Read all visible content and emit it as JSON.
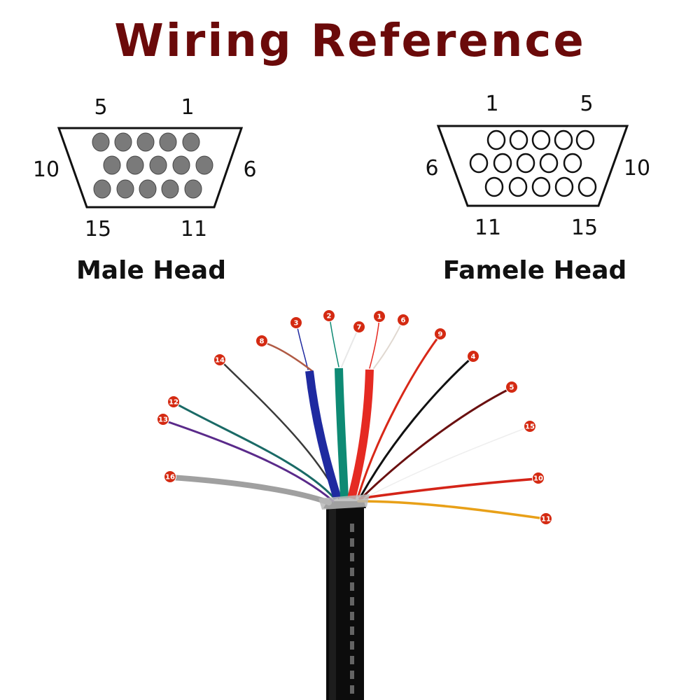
{
  "title": "Wiring Reference",
  "colors": {
    "title": "#6b0a0a",
    "badge": "#d42a12",
    "cable_jacket": "#0c0c0c",
    "male_pin_fill": "#7a7a7a"
  },
  "male": {
    "label": "Male Head",
    "pin_labels": {
      "top_left": "5",
      "top_right": "1",
      "mid_left": "10",
      "mid_right": "6",
      "bottom_left": "15",
      "bottom_right": "11"
    }
  },
  "female": {
    "label": "Famele Head",
    "pin_labels": {
      "top_left": "1",
      "top_right": "5",
      "mid_left": "6",
      "mid_right": "10",
      "bottom_left": "11",
      "bottom_right": "15"
    }
  },
  "wires": [
    {
      "number": "1",
      "color": "#e52a22"
    },
    {
      "number": "2",
      "color": "#0e8a74"
    },
    {
      "number": "3",
      "color": "#1f2aa0"
    },
    {
      "number": "4",
      "color": "#111111"
    },
    {
      "number": "5",
      "color": "#6a1010"
    },
    {
      "number": "6",
      "color": "#e0d8d0"
    },
    {
      "number": "7",
      "color": "#e8e8e8"
    },
    {
      "number": "8",
      "color": "#b05a44"
    },
    {
      "number": "9",
      "color": "#d82818"
    },
    {
      "number": "10",
      "color": "#d42418"
    },
    {
      "number": "11",
      "color": "#e8a018"
    },
    {
      "number": "12",
      "color": "#1a6a66"
    },
    {
      "number": "13",
      "color": "#5a2a8a"
    },
    {
      "number": "14",
      "color": "#3a3a3a"
    },
    {
      "number": "15",
      "color": "#eeeeee"
    },
    {
      "number": "16",
      "color": "#a0a0a0"
    }
  ]
}
